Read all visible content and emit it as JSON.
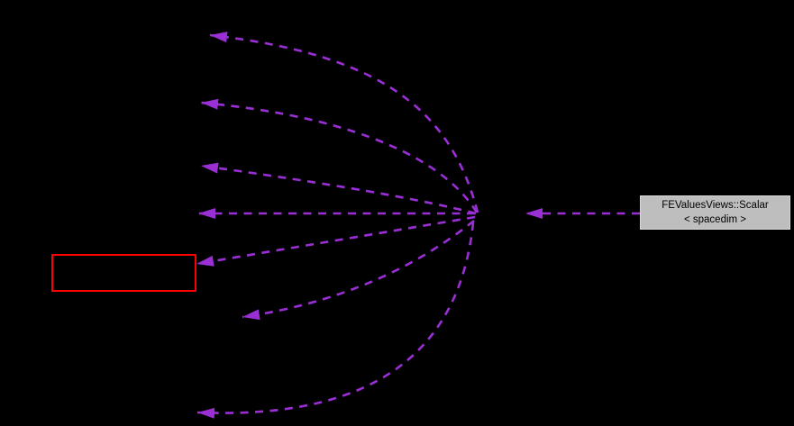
{
  "diagram": {
    "kind": "doxygen-collaboration-graph",
    "background_color": "#000000",
    "edge_color": "#9b2fd6",
    "edge_style": "dashed",
    "edge_count": 8,
    "main_node": {
      "label_line1": "FEValuesViews::Scalar",
      "label_line2": "< spacedim >",
      "fill_color": "#bebebe",
      "border_color": "#d6d6d6",
      "text_color": "#000000"
    },
    "highlighted_node": {
      "border_color": "#ff0000"
    }
  }
}
